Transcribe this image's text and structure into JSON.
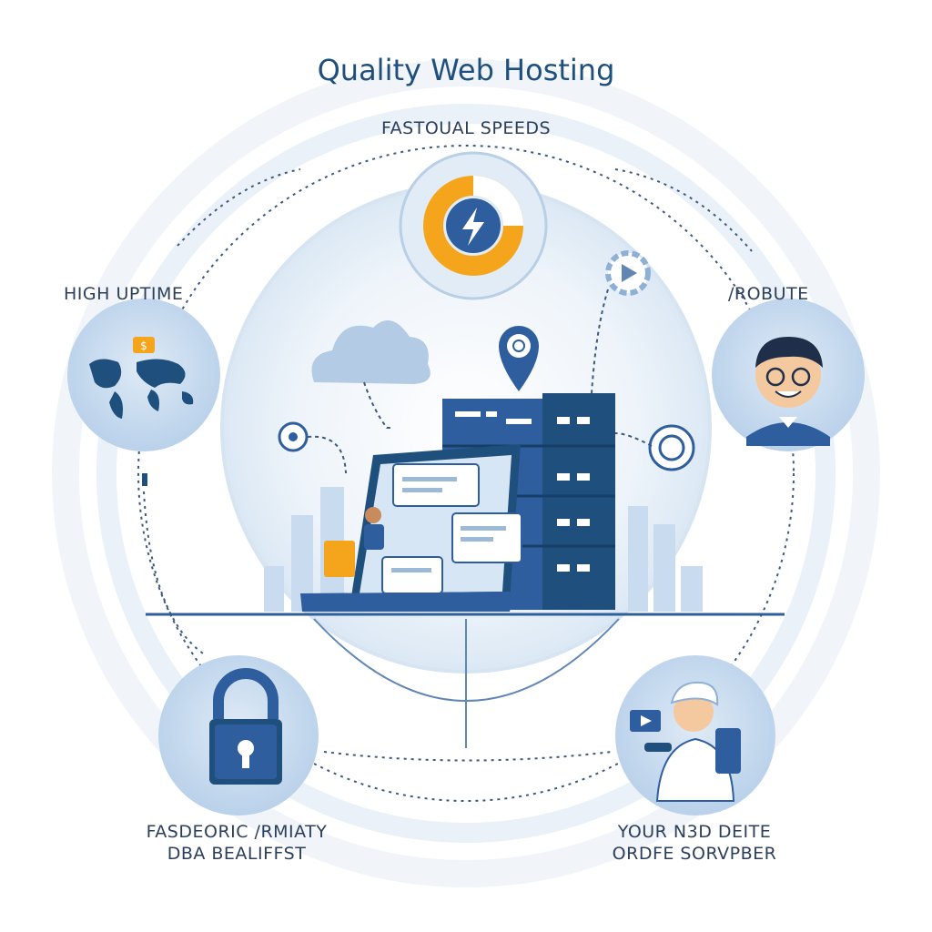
{
  "title": "Quality Web Hosting",
  "features": {
    "speeds": {
      "label": "FASTOUAL SPEEDS",
      "icon": "lightning-gauge-icon"
    },
    "uptime": {
      "label": "HIGH UPTIME",
      "icon": "world-map-icon"
    },
    "robute": {
      "label": "/ROBUTE",
      "icon": "support-person-icon"
    },
    "security": {
      "line1": "FASDEORIC /RMIATY",
      "line2": "DBA BEALIFFST",
      "icon": "padlock-icon"
    },
    "server": {
      "line1": "YOUR N3D DEITE",
      "line2": "ORDFE SORVPBER",
      "icon": "developer-person-icon"
    }
  },
  "colors": {
    "primary_blue": "#2f5e9e",
    "dark_blue": "#1f4f7d",
    "light_blue": "#aecbe6",
    "pale_blue": "#e6eff8",
    "accent_orange": "#f4a51c",
    "text": "#2b3f5c"
  }
}
